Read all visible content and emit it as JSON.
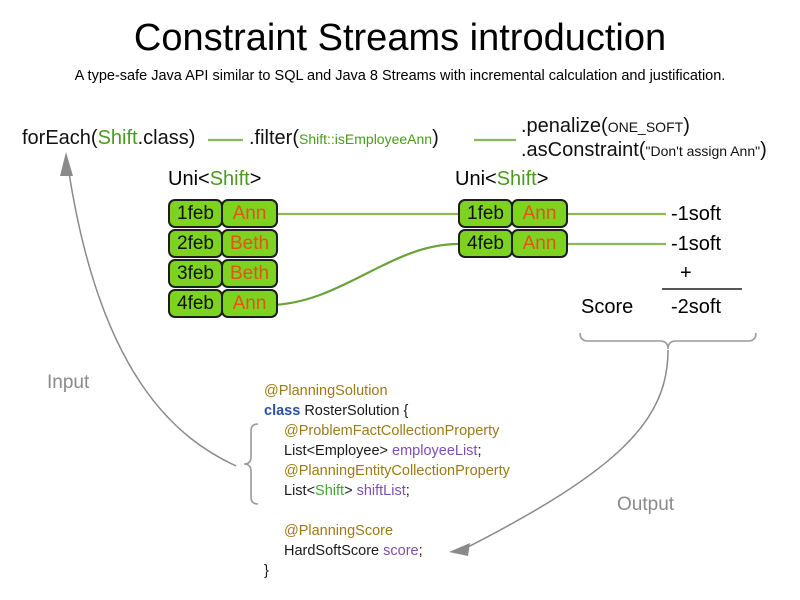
{
  "header": {
    "title": "Constraint Streams introduction",
    "subtitle": "A type-safe Java API similar to SQL and Java 8 Streams with incremental calculation and justification."
  },
  "pipeline": {
    "foreach": {
      "prefix": "forEach(",
      "type": "Shift",
      "suffix": ".class)"
    },
    "filter": {
      "prefix": ".filter(",
      "arg": "Shift::isEmployeeAnn",
      "suffix": ")"
    },
    "penalize": {
      "prefix": ".penalize(",
      "arg": "ONE_SOFT",
      "suffix": ")"
    },
    "as_constraint": {
      "prefix": ".asConstraint(",
      "arg": "\"Don't assign Ann\"",
      "suffix": ")"
    }
  },
  "streams": {
    "left": {
      "label_prefix": "Uni<",
      "label_type": "Shift",
      "label_suffix": ">",
      "rows": [
        {
          "date": "1feb",
          "employee": "Ann"
        },
        {
          "date": "2feb",
          "employee": "Beth"
        },
        {
          "date": "3feb",
          "employee": "Beth"
        },
        {
          "date": "4feb",
          "employee": "Ann"
        }
      ]
    },
    "right": {
      "label_prefix": "Uni<",
      "label_type": "Shift",
      "label_suffix": ">",
      "rows": [
        {
          "date": "1feb",
          "employee": "Ann"
        },
        {
          "date": "4feb",
          "employee": "Ann"
        }
      ]
    }
  },
  "score": {
    "impacts": [
      "-1soft",
      "-1soft"
    ],
    "operator": "+",
    "label": "Score",
    "total": "-2soft"
  },
  "flow": {
    "input_label": "Input",
    "output_label": "Output"
  },
  "code": {
    "lines": [
      {
        "annotation": "@PlanningSolution"
      },
      {
        "keyword": "class",
        "rest": " RosterSolution {"
      },
      {
        "annotation": "@ProblemFactCollectionProperty",
        "indent": true
      },
      {
        "type": "List<Employee> ",
        "field": "employeeList",
        "tail": ";",
        "indent": true
      },
      {
        "annotation": "@PlanningEntityCollectionProperty",
        "indent": true
      },
      {
        "type_pre": "List<",
        "type_generic": "Shift",
        "type_post": "> ",
        "field": "shiftList",
        "tail": ";",
        "indent": true
      },
      {
        "blank": true
      },
      {
        "annotation": "@PlanningScore",
        "indent": true
      },
      {
        "type": "HardSoftScore ",
        "field": "score",
        "tail": ";",
        "indent": true
      },
      {
        "close": "}"
      }
    ]
  },
  "colors": {
    "box_fill": "#7ed321",
    "box_border": "#1d1d1d",
    "employee_text": "#e8501a",
    "stream_line": "#8db85a",
    "generic_green": "#4a9b1c",
    "flow_gray": "#8a8a8a",
    "annotation_gold": "#9c7a16",
    "keyword_blue": "#2b4fa2",
    "field_purple": "#7d4fb0"
  }
}
